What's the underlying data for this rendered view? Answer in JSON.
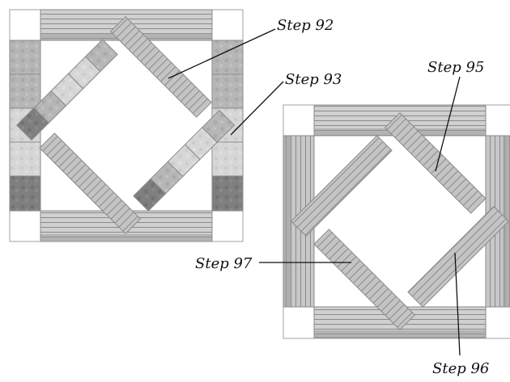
{
  "labels": {
    "step92": "Step 92",
    "step93": "Step 93",
    "step95": "Step 95",
    "step96": "Step 96",
    "step97": "Step 97"
  },
  "colors": {
    "background": "#ffffff",
    "outline": "#8a8a8a",
    "fabric_light": "#d3d3d3",
    "fabric_mid": "#b4b4b4",
    "fabric_dark": "#7d7d7d",
    "leader_line": "#111111",
    "label_text": "#111111"
  }
}
